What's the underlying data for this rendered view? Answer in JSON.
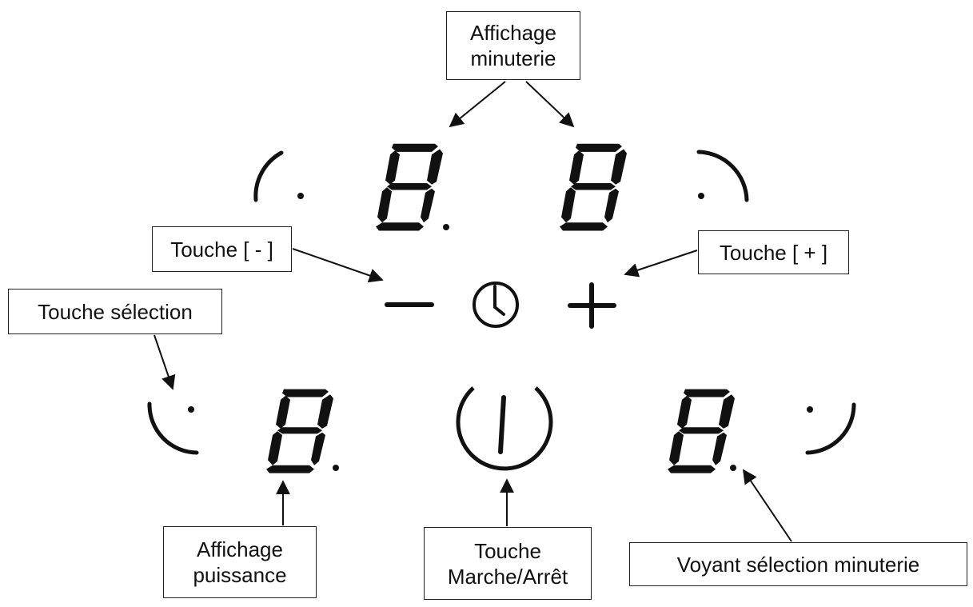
{
  "labels": {
    "timer_display": [
      "Affichage",
      "minuterie"
    ],
    "minus_key": "Touche [ - ]",
    "plus_key": "Touche [ + ]",
    "select_key": "Touche sélection",
    "power_display": [
      "Affichage",
      "puissance"
    ],
    "onoff_key": [
      "Touche",
      "Marche/Arrêt"
    ],
    "timer_led": "Voyant sélection minuterie"
  },
  "icons": {
    "minus": "minus-icon",
    "clock": "clock-icon",
    "plus": "plus-icon",
    "power": "power-icon",
    "digit": "seven-segment-digit"
  },
  "colors": {
    "ink": "#111111",
    "background": "#ffffff"
  }
}
